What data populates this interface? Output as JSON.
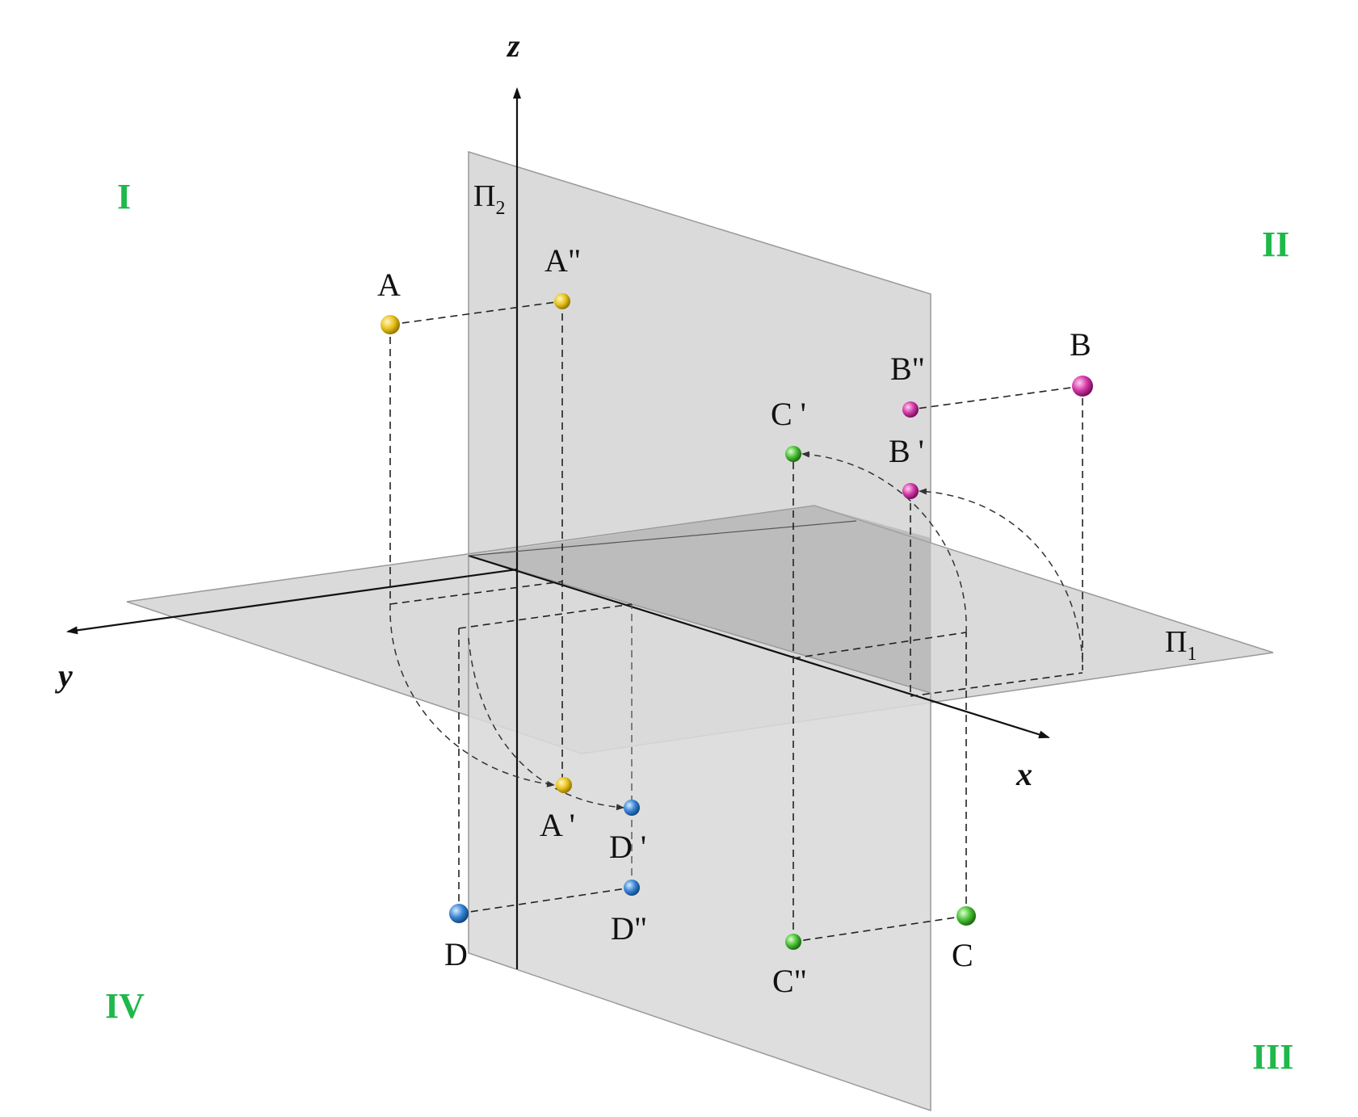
{
  "axes": {
    "x": "x",
    "y": "y",
    "z": "z"
  },
  "planes": {
    "frontal": {
      "letter": "Π",
      "index": "2"
    },
    "horizontal": {
      "letter": "Π",
      "index": "1"
    }
  },
  "quadrants": {
    "q1": "I",
    "q2": "II",
    "q3": "III",
    "q4": "IV"
  },
  "points": {
    "A": "A",
    "A_front": "A\"",
    "A_top": "A '",
    "B": "B",
    "B_front": "B\"",
    "B_top": "B '",
    "C": "C",
    "C_front": "C\"",
    "C_top": "C '",
    "D": "D",
    "D_front": "D\"",
    "D_top": "D '"
  },
  "colors": {
    "point_A": "#e8c420",
    "point_B": "#d63aa8",
    "point_C": "#4cc23a",
    "point_D": "#3b87d6",
    "quadrant_label": "#1fb84a",
    "plane_fill": "#c8c8c8"
  }
}
